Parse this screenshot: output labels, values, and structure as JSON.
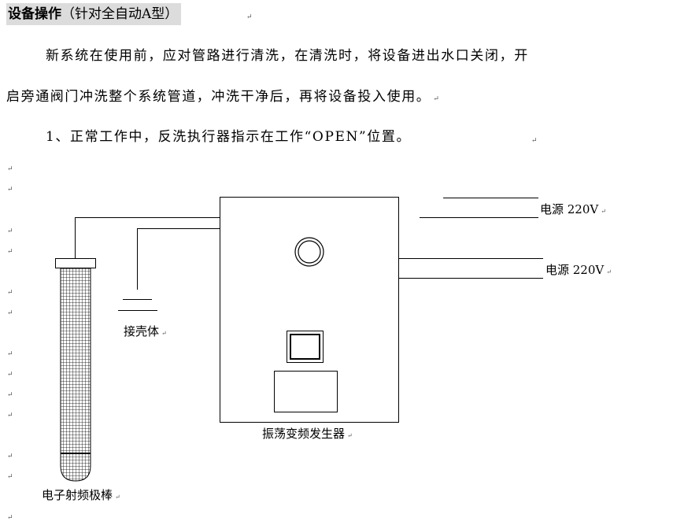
{
  "heading": {
    "bold": "设备操作",
    "rest": "（针对全自动A型）"
  },
  "paragraphs": {
    "p1_line1": "新系统在使用前，应对管路进行清洗，在清洗时，将设备进出水口关闭，开",
    "p1_line2": "启旁通阀门冲洗整个系统管道，冲洗干净后，再将设备投入使用。",
    "p2": "1、正常工作中，反洗执行器指示在工作“OPEN”位置。"
  },
  "para_mark": "↵",
  "diagram": {
    "power_label_1": "电源 220V",
    "power_label_2": "电源 220V",
    "ground_label": "接壳体",
    "generator_label": "振荡变频发生器",
    "electrode_label": "电子射频极棒"
  }
}
